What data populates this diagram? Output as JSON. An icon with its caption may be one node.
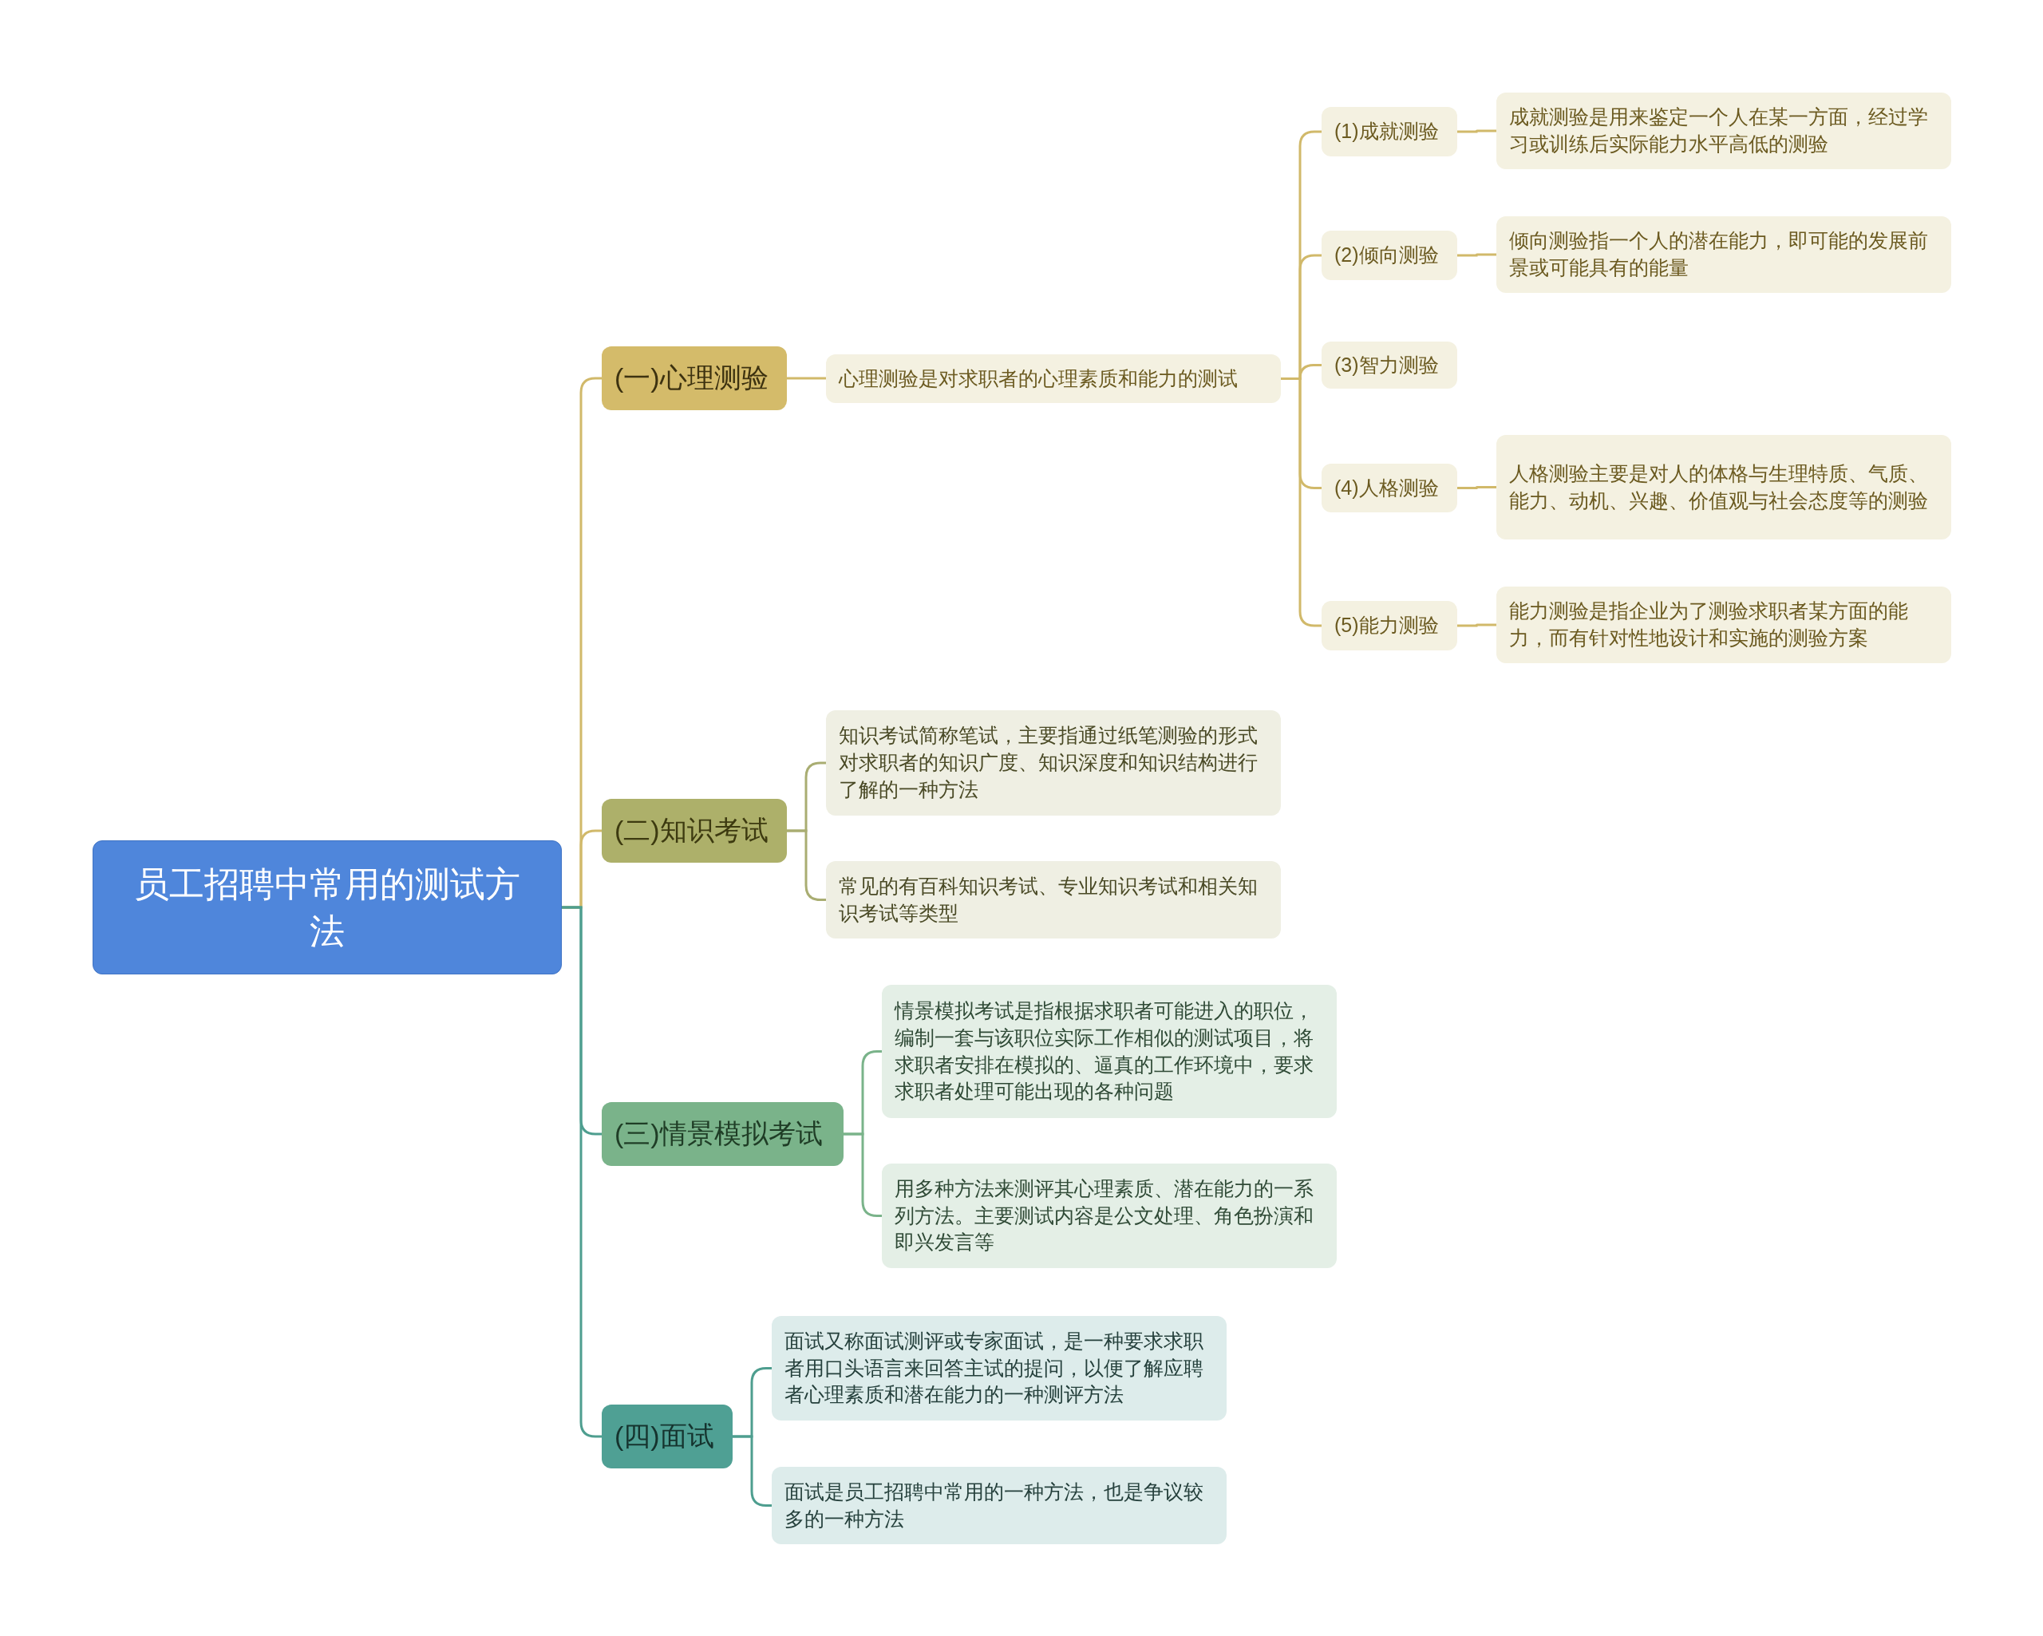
{
  "diagram": {
    "nodes": [
      {
        "text": [
          "员工招聘中常用的测试方法"
        ]
      },
      {
        "text": [
          "(一)心理测验"
        ]
      },
      {
        "text": [
          "心理测验是对求职者的心理素质和能力的测试"
        ]
      },
      {
        "text": [
          "(1)成就测验"
        ]
      },
      {
        "text": [
          "成就测验是用来鉴定一个人在某一方面，经过学习或训练后实际能力水平高低的测验"
        ]
      },
      {
        "text": [
          "(2)倾向测验"
        ]
      },
      {
        "text": [
          "倾向测验指一个人的潜在能力，即可能的发展前景或可能具有的能量"
        ]
      },
      {
        "text": [
          "(3)智力测验"
        ]
      },
      {
        "text": [
          "(4)人格测验"
        ]
      },
      {
        "text": [
          "人格测验主要是对人的体格与生理特质、气质、能力、动机、兴趣、价值观与社会态度等的测验"
        ]
      },
      {
        "text": [
          "(5)能力测验"
        ]
      },
      {
        "text": [
          "能力测验是指企业为了测验求职者某方面的能力，而有针对性地设计和实施的测验方案"
        ]
      },
      {
        "text": [
          "(二)知识考试"
        ]
      },
      {
        "text": [
          "知识考试简称笔试，主要指通过纸笔测验的形式对求职者的知识广度、知识深度和知识结构进行了解的一种方法"
        ]
      },
      {
        "text": [
          "常见的有百科知识考试、专业知识考试和相关知识考试等类型"
        ]
      },
      {
        "text": [
          "(三)情景模拟考试"
        ]
      },
      {
        "text": [
          "情景模拟考试是指根据求职者可能进入的职位，编制一套与该职位实际工作相似的测试项目，将求职者安排在模拟的、逼真的工作环境中，要求求职者处理可能出现的各种问题"
        ]
      },
      {
        "text": [
          "用多种方法来测评其心理素质、潜在能力的一系列方法。主要测试内容是公文处理、角色扮演和即兴发言等"
        ]
      },
      {
        "text": [
          "(四)面试"
        ]
      },
      {
        "text": [
          "面试又称面试测评或专家面试，是一种要求求职者用口头语言来回答主试的提问，以便了解应聘者心理素质和潜在能力的一种测评方法"
        ]
      },
      {
        "text": [
          "面试是员工招聘中常用的一种方法，也是争议较多的一种方法"
        ]
      }
    ],
    "edges": [
      {
        "from": 0,
        "to": 1,
        "arrow": "none"
      },
      {
        "from": 0,
        "to": 12,
        "arrow": "none"
      },
      {
        "from": 0,
        "to": 15,
        "arrow": "none",
        "color": "#4e9e8f"
      },
      {
        "from": 0,
        "to": 18,
        "arrow": "none",
        "color": "#4e9e8f"
      },
      {
        "from": 1,
        "to": 2,
        "arrow": "none"
      },
      {
        "from": 2,
        "to": 3,
        "arrow": "none"
      },
      {
        "from": 2,
        "to": 5,
        "arrow": "none"
      },
      {
        "from": 2,
        "to": 7,
        "arrow": "none"
      },
      {
        "from": 2,
        "to": 8,
        "arrow": "none"
      },
      {
        "from": 2,
        "to": 10,
        "arrow": "none"
      },
      {
        "from": 3,
        "to": 4,
        "arrow": "none"
      },
      {
        "from": 5,
        "to": 6,
        "arrow": "none"
      },
      {
        "from": 8,
        "to": 9,
        "arrow": "none"
      },
      {
        "from": 10,
        "to": 11,
        "arrow": "none"
      },
      {
        "from": 12,
        "to": 13,
        "arrow": "none",
        "color": "#a9ad72"
      },
      {
        "from": 12,
        "to": 14,
        "arrow": "none",
        "color": "#a9ad72"
      },
      {
        "from": 15,
        "to": 16,
        "arrow": "none",
        "color": "#7ab38a"
      },
      {
        "from": 15,
        "to": 17,
        "arrow": "none",
        "color": "#7ab38a"
      },
      {
        "from": 18,
        "to": 19,
        "arrow": "none",
        "color": "#4e9e8f"
      },
      {
        "from": 18,
        "to": 20,
        "arrow": "none",
        "color": "#4e9e8f"
      }
    ]
  }
}
